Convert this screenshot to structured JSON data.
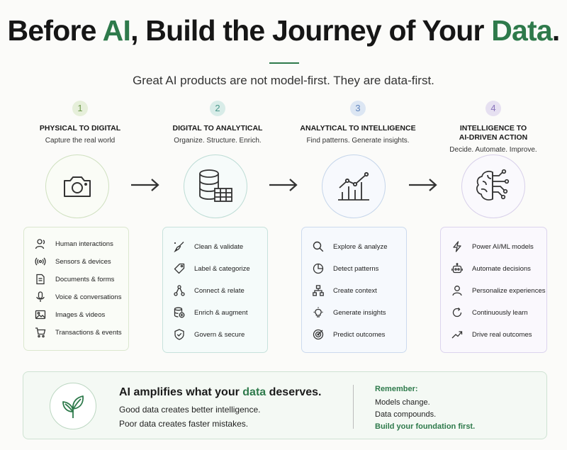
{
  "header": {
    "title_parts": [
      "Before ",
      "AI",
      ", Build the Journey of Your ",
      "Data",
      "."
    ],
    "subtitle": "Great AI products are not model-first. They are data-first."
  },
  "colors": {
    "green": "#2e7a4b",
    "stage1": "#8fb36c",
    "stage2": "#5aa79a",
    "stage3": "#6d92c8",
    "stage4": "#9a86c6"
  },
  "stages": [
    {
      "number": "1",
      "title": "PHYSICAL TO DIGITAL",
      "subtitle": "Capture the real world",
      "icon": "camera-icon",
      "items": [
        "Human interactions",
        "Sensors & devices",
        "Documents & forms",
        "Voice & conversations",
        "Images & videos",
        "Transactions & events"
      ]
    },
    {
      "number": "2",
      "title": "DIGITAL TO ANALYTICAL",
      "subtitle": "Organize. Structure. Enrich.",
      "icon": "database-table-icon",
      "items": [
        "Clean & validate",
        "Label & categorize",
        "Connect & relate",
        "Enrich & augment",
        "Govern & secure"
      ]
    },
    {
      "number": "3",
      "title": "ANALYTICAL TO INTELLIGENCE",
      "subtitle": "Find patterns. Generate insights.",
      "icon": "growth-chart-icon",
      "items": [
        "Explore & analyze",
        "Detect patterns",
        "Create context",
        "Generate insights",
        "Predict outcomes"
      ]
    },
    {
      "number": "4",
      "title_line1": "INTELLIGENCE TO",
      "title_line2": "AI-DRIVEN ACTION",
      "subtitle": "Decide. Automate. Improve.",
      "icon": "ai-brain-icon",
      "items": [
        "Power AI/ML models",
        "Automate decisions",
        "Personalize experiences",
        "Continuously learn",
        "Drive real outcomes"
      ]
    }
  ],
  "bottom": {
    "headline_parts": [
      "AI amplifies what your ",
      "data",
      " deserves."
    ],
    "line1": "Good data creates better intelligence.",
    "line2": "Poor data creates faster mistakes.",
    "remember_title": "Remember:",
    "remember1": "Models change.",
    "remember2": "Data compounds.",
    "remember3": "Build your foundation first."
  }
}
